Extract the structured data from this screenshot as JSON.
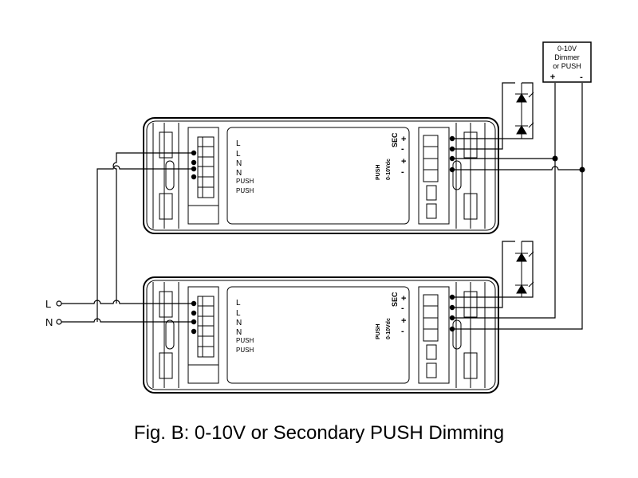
{
  "caption": "Fig. B: 0-10V or Secondary PUSH Dimming",
  "dimmer": {
    "line1": "0-10V",
    "line2": "Dimmer",
    "line3": "or PUSH",
    "plus": "+",
    "minus": "-"
  },
  "mains": {
    "l": "L",
    "n": "N"
  },
  "primary_terminals": [
    "L",
    "L",
    "N",
    "N",
    "PUSH",
    "PUSH"
  ],
  "secondary": {
    "sec": "SEC",
    "sec_plus": "+",
    "sec_minus": "-",
    "push": "PUSH",
    "vdc": "0-10Vdc",
    "ctl_plus": "+",
    "ctl_minus": "-"
  }
}
